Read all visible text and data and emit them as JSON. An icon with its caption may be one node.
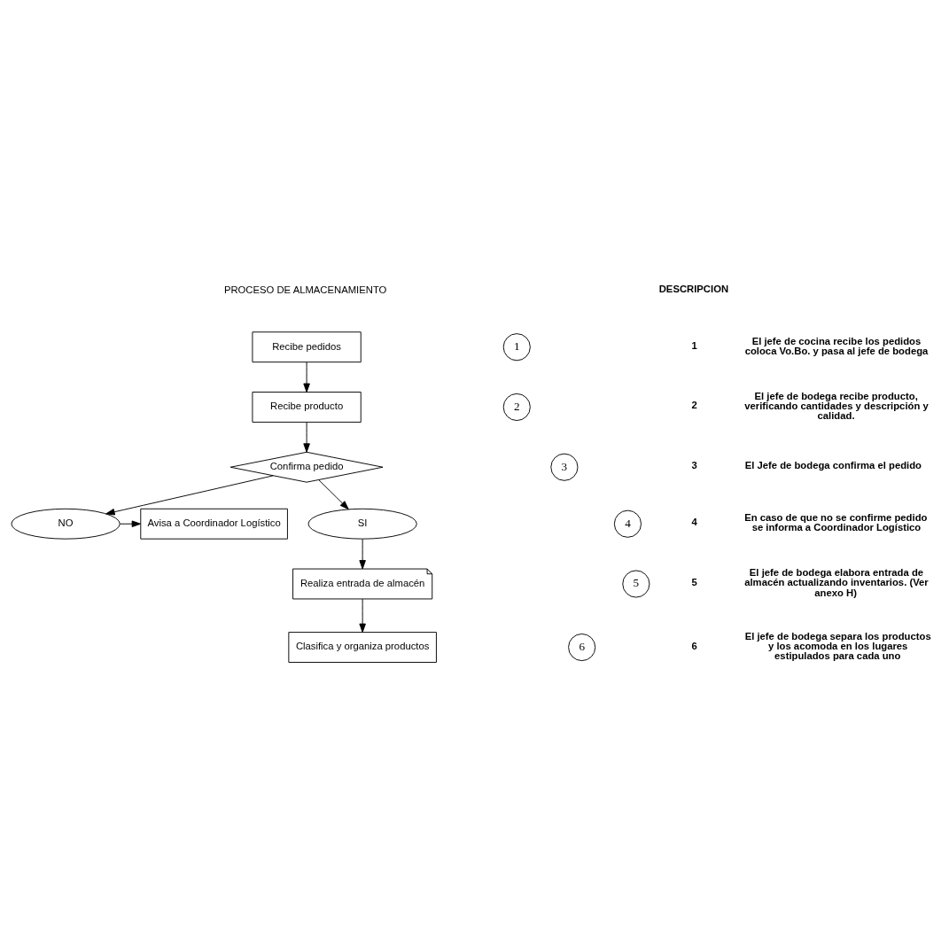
{
  "diagram": {
    "nodes": [
      {
        "text": [
          "Recibe pedidos"
        ]
      },
      {
        "text": [
          "1"
        ]
      },
      {
        "text": [
          "Recibe producto"
        ]
      },
      {
        "text": [
          "2"
        ]
      },
      {
        "text": [
          "Confirma pedido"
        ]
      },
      {
        "text": [
          "3"
        ]
      },
      {
        "text": [
          "Avisa a Coordinador Logístico"
        ]
      },
      {
        "text": [
          "NO"
        ]
      },
      {
        "text": [
          "SI"
        ]
      },
      {
        "text": [
          "4"
        ]
      },
      {
        "text": [
          "Realiza entrada de almacén"
        ]
      },
      {
        "text": [
          "5"
        ]
      },
      {
        "text": [
          "Clasifica y organiza productos"
        ]
      },
      {
        "text": [
          "6"
        ]
      }
    ],
    "edges": [
      {
        "from": 0,
        "to": 2,
        "arrow": "to"
      },
      {
        "from": 2,
        "to": 4,
        "arrow": "to"
      },
      {
        "from": 4,
        "to": 7,
        "arrow": "to"
      },
      {
        "from": 4,
        "to": 8,
        "arrow": "to"
      },
      {
        "from": 7,
        "to": 6,
        "arrow": "to"
      },
      {
        "from": 8,
        "to": 10,
        "arrow": "to"
      },
      {
        "from": 10,
        "to": 12,
        "arrow": "to"
      }
    ],
    "labels": [
      "PROCESO DE ALMACENAMIENTO",
      "DESCRIPCION",
      "1",
      "El jefe de cocina recibe los pedidos coloca Vo.Bo. y pasa al jefe de bodega",
      "2",
      "El jefe de bodega recibe producto, verificando cantidades y descripción y calidad.",
      "3",
      "El Jefe de bodega confirma el pedido",
      "4",
      "En caso de que no se confirme pedido se informa a Coordinador Logístico",
      "5",
      "El jefe de bodega elabora entrada de almacén actualizando inventarios. (Ver anexo H)",
      "6",
      "El jefe de bodega separa los productos y los acomoda en los lugares estipulados para cada uno"
    ]
  }
}
